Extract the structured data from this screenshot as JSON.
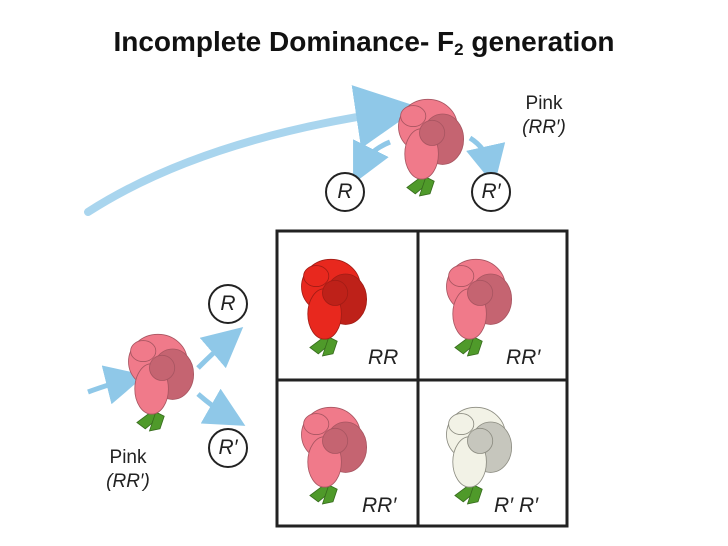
{
  "title": {
    "text": "Incomplete Dominance- F",
    "subscript": "2",
    "suffix": " generation"
  },
  "top_parent": {
    "label": "Pink",
    "genotype": "(RR′)",
    "color": "#f07a8a"
  },
  "left_parent": {
    "label": "Pink",
    "genotype": "(RR′)",
    "color": "#f07a8a"
  },
  "top_gametes": [
    "R",
    "R′"
  ],
  "left_gametes": [
    "R",
    "R′"
  ],
  "punnett": {
    "cells": [
      {
        "genotype": "RR",
        "color": "#e8281e"
      },
      {
        "genotype": "RR′",
        "color": "#f07a8a"
      },
      {
        "genotype": "RR′",
        "color": "#f07a8a"
      },
      {
        "genotype": "R′ R′",
        "color": "#f2f2e6"
      }
    ]
  },
  "colors": {
    "arrow": "#8fc8e8",
    "leaf": "#4f9a2a",
    "border": "#222222"
  }
}
